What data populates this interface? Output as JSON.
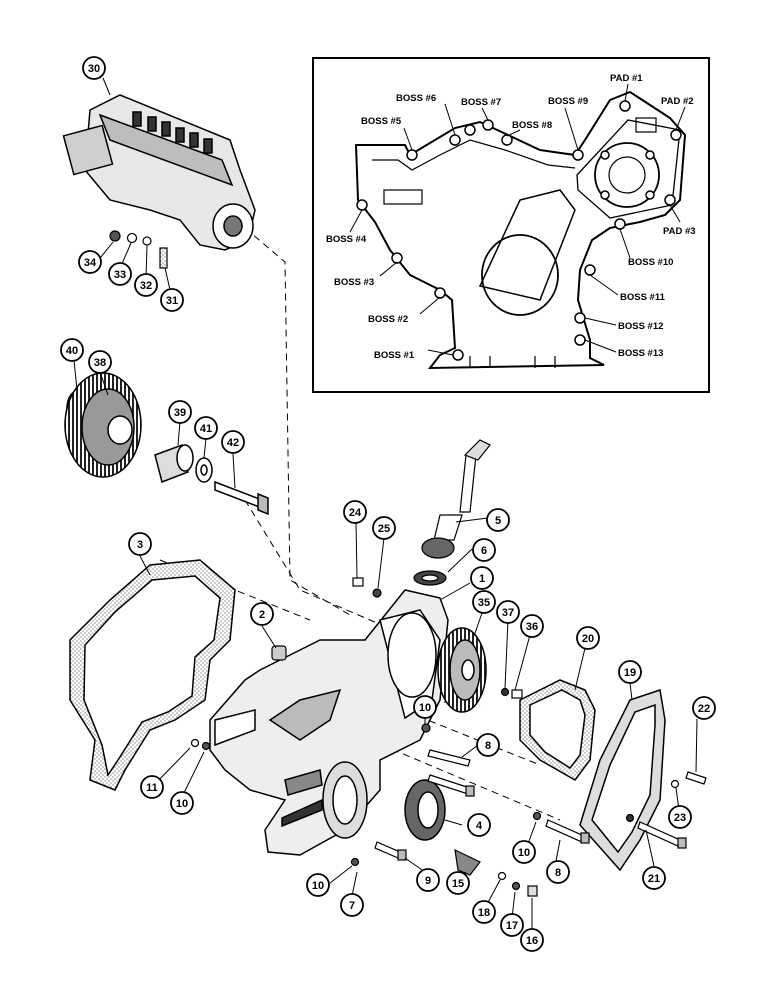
{
  "inset": {
    "labels": [
      "BOSS #1",
      "BOSS #2",
      "BOSS #3",
      "BOSS #4",
      "BOSS #5",
      "BOSS #6",
      "BOSS #7",
      "BOSS #8",
      "BOSS #9",
      "BOSS #10",
      "BOSS #11",
      "BOSS #12",
      "BOSS #13",
      "PAD #1",
      "PAD #2",
      "PAD #3"
    ]
  },
  "callouts": [
    "30",
    "34",
    "33",
    "32",
    "31",
    "40",
    "38",
    "39",
    "41",
    "42",
    "3",
    "2",
    "24",
    "25",
    "5",
    "6",
    "1",
    "35",
    "37",
    "36",
    "20",
    "19",
    "22",
    "23",
    "21",
    "11",
    "10",
    "10",
    "8",
    "4",
    "9",
    "15",
    "10",
    "7",
    "10",
    "8",
    "18",
    "17",
    "16"
  ]
}
